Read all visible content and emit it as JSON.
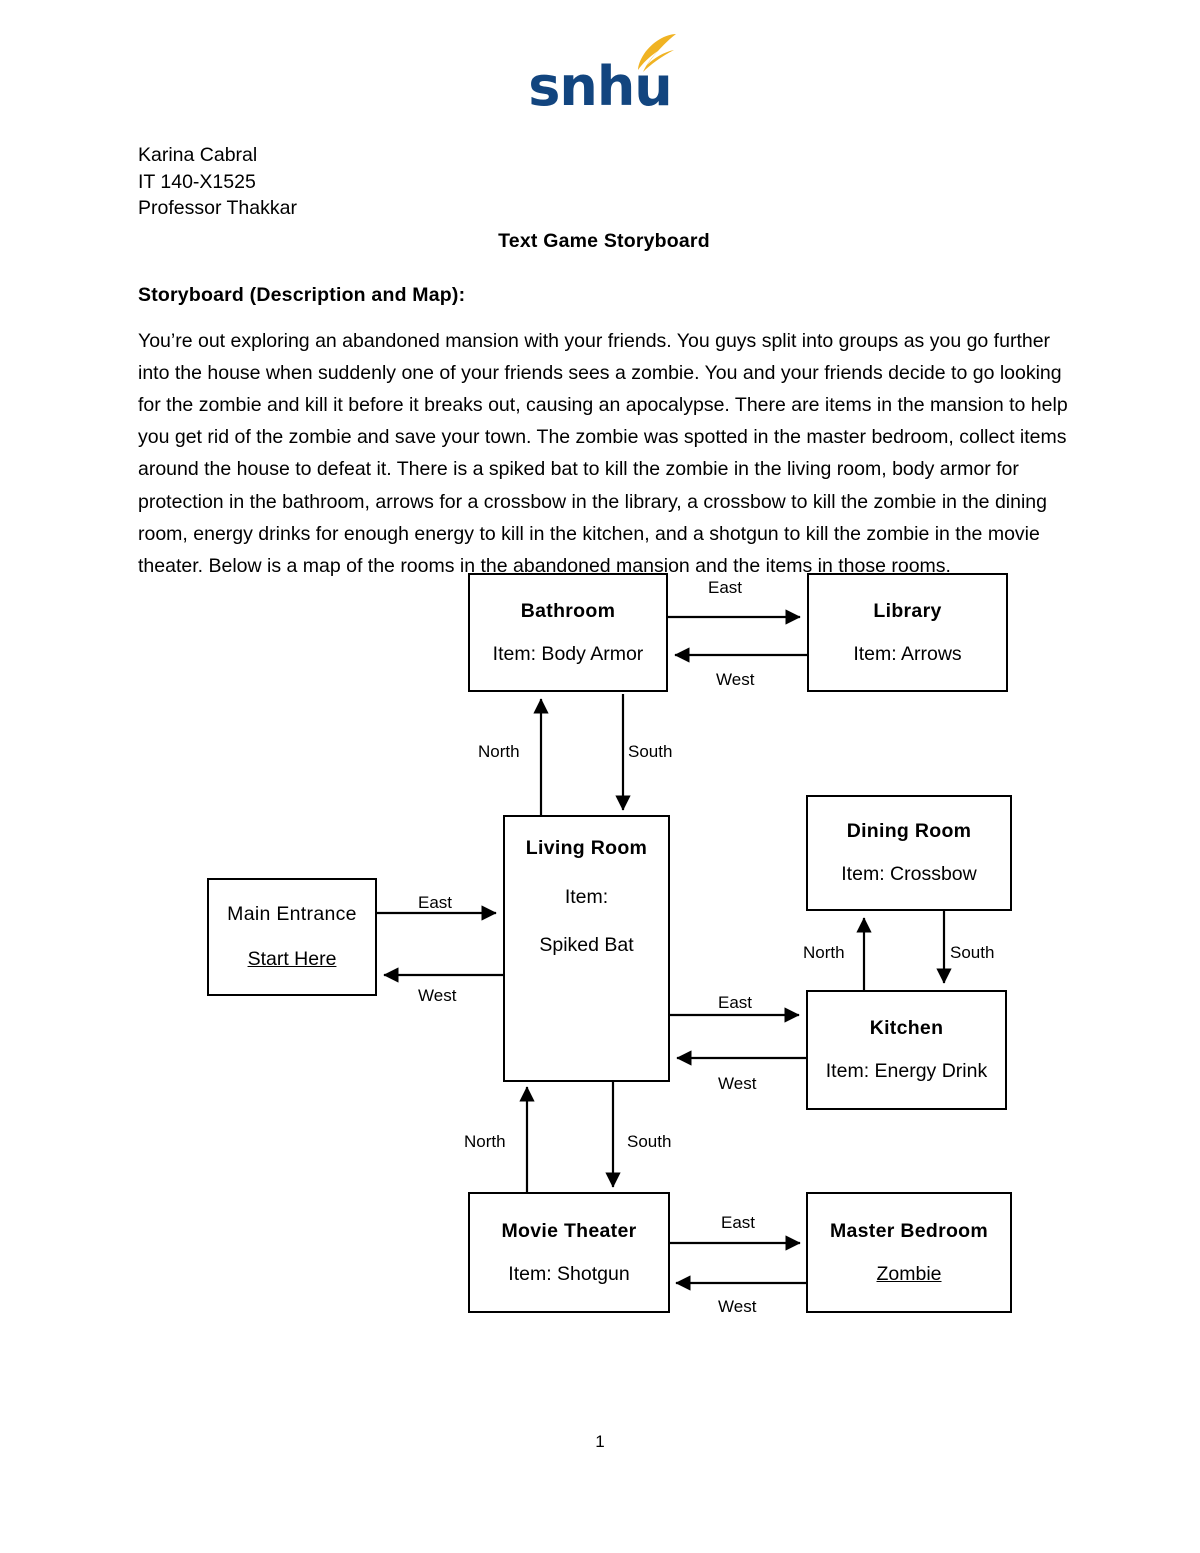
{
  "document": {
    "logo_text": "snhu",
    "logo_colors": {
      "text": "#12457f",
      "flame": "#f0b323"
    },
    "author": "Karina Cabral",
    "course": "IT 140-X1525",
    "professor": "Professor Thakkar",
    "title": "Text Game Storyboard",
    "section_heading": "Storyboard (Description and Map):",
    "paragraph": "You’re out exploring an abandoned mansion with your friends. You guys split into groups as you go further into the house when suddenly one of your friends sees a zombie. You and your friends decide to go looking for the zombie and kill it before it breaks out, causing an apocalypse. There are items in the mansion to help you get rid of the zombie and save your town. The zombie was spotted in the master bedroom, collect items around the house to defeat it. There is a spiked bat to kill the zombie in the living room, body armor for protection in the bathroom, arrows for a crossbow in the library, a crossbow to kill the zombie in the dining room, energy drinks for enough energy to kill in the kitchen, and a shotgun to kill the zombie in the movie theater. Below is a map of the rooms in the abandoned mansion and the items in those rooms.",
    "page_number": "1"
  },
  "map": {
    "nodes": [
      {
        "id": "bathroom",
        "title": "Bathroom",
        "item": "Item: Body Armor",
        "item_underline": false,
        "title_bold": true
      },
      {
        "id": "library",
        "title": "Library",
        "item": "Item: Arrows",
        "item_underline": false,
        "title_bold": true
      },
      {
        "id": "main_entrance",
        "title": "Main Entrance",
        "item": "Start Here",
        "item_underline": true,
        "title_bold": false
      },
      {
        "id": "living_room",
        "title": "Living Room",
        "item": "Item:",
        "item2": "Spiked Bat",
        "item_underline": false,
        "title_bold": true
      },
      {
        "id": "dining_room",
        "title": "Dining Room",
        "item": "Item: Crossbow",
        "item_underline": false,
        "title_bold": true
      },
      {
        "id": "kitchen",
        "title": "Kitchen",
        "item": "Item: Energy Drink",
        "item_underline": false,
        "title_bold": true
      },
      {
        "id": "movie_theater",
        "title": "Movie Theater",
        "item": "Item: Shotgun",
        "item_underline": false,
        "title_bold": true
      },
      {
        "id": "master_bedroom",
        "title": "Master Bedroom",
        "item": "Zombie",
        "item_underline": true,
        "title_bold": true
      }
    ],
    "edges": [
      {
        "from": "bathroom",
        "to": "library",
        "label": "East"
      },
      {
        "from": "library",
        "to": "bathroom",
        "label": "West"
      },
      {
        "from": "living_room",
        "to": "bathroom",
        "label": "North"
      },
      {
        "from": "bathroom",
        "to": "living_room",
        "label": "South"
      },
      {
        "from": "main_entrance",
        "to": "living_room",
        "label": "East"
      },
      {
        "from": "living_room",
        "to": "main_entrance",
        "label": "West"
      },
      {
        "from": "living_room",
        "to": "kitchen",
        "label": "East"
      },
      {
        "from": "kitchen",
        "to": "living_room",
        "label": "West"
      },
      {
        "from": "kitchen",
        "to": "dining_room",
        "label": "North"
      },
      {
        "from": "dining_room",
        "to": "kitchen",
        "label": "South"
      },
      {
        "from": "movie_theater",
        "to": "living_room",
        "label": "North"
      },
      {
        "from": "living_room",
        "to": "movie_theater",
        "label": "South"
      },
      {
        "from": "movie_theater",
        "to": "master_bedroom",
        "label": "East"
      },
      {
        "from": "master_bedroom",
        "to": "movie_theater",
        "label": "West"
      }
    ],
    "edge_labels": {
      "bath_lib_east": "East",
      "lib_bath_west": "West",
      "living_bath_north": "North",
      "bath_living_south": "South",
      "entrance_living_east": "East",
      "living_entrance_west": "West",
      "living_kitchen_east": "East",
      "kitchen_living_west": "West",
      "kitchen_dining_north": "North",
      "dining_kitchen_south": "South",
      "theater_living_north": "North",
      "living_theater_south": "South",
      "theater_master_east": "East",
      "master_theater_west": "West"
    }
  }
}
